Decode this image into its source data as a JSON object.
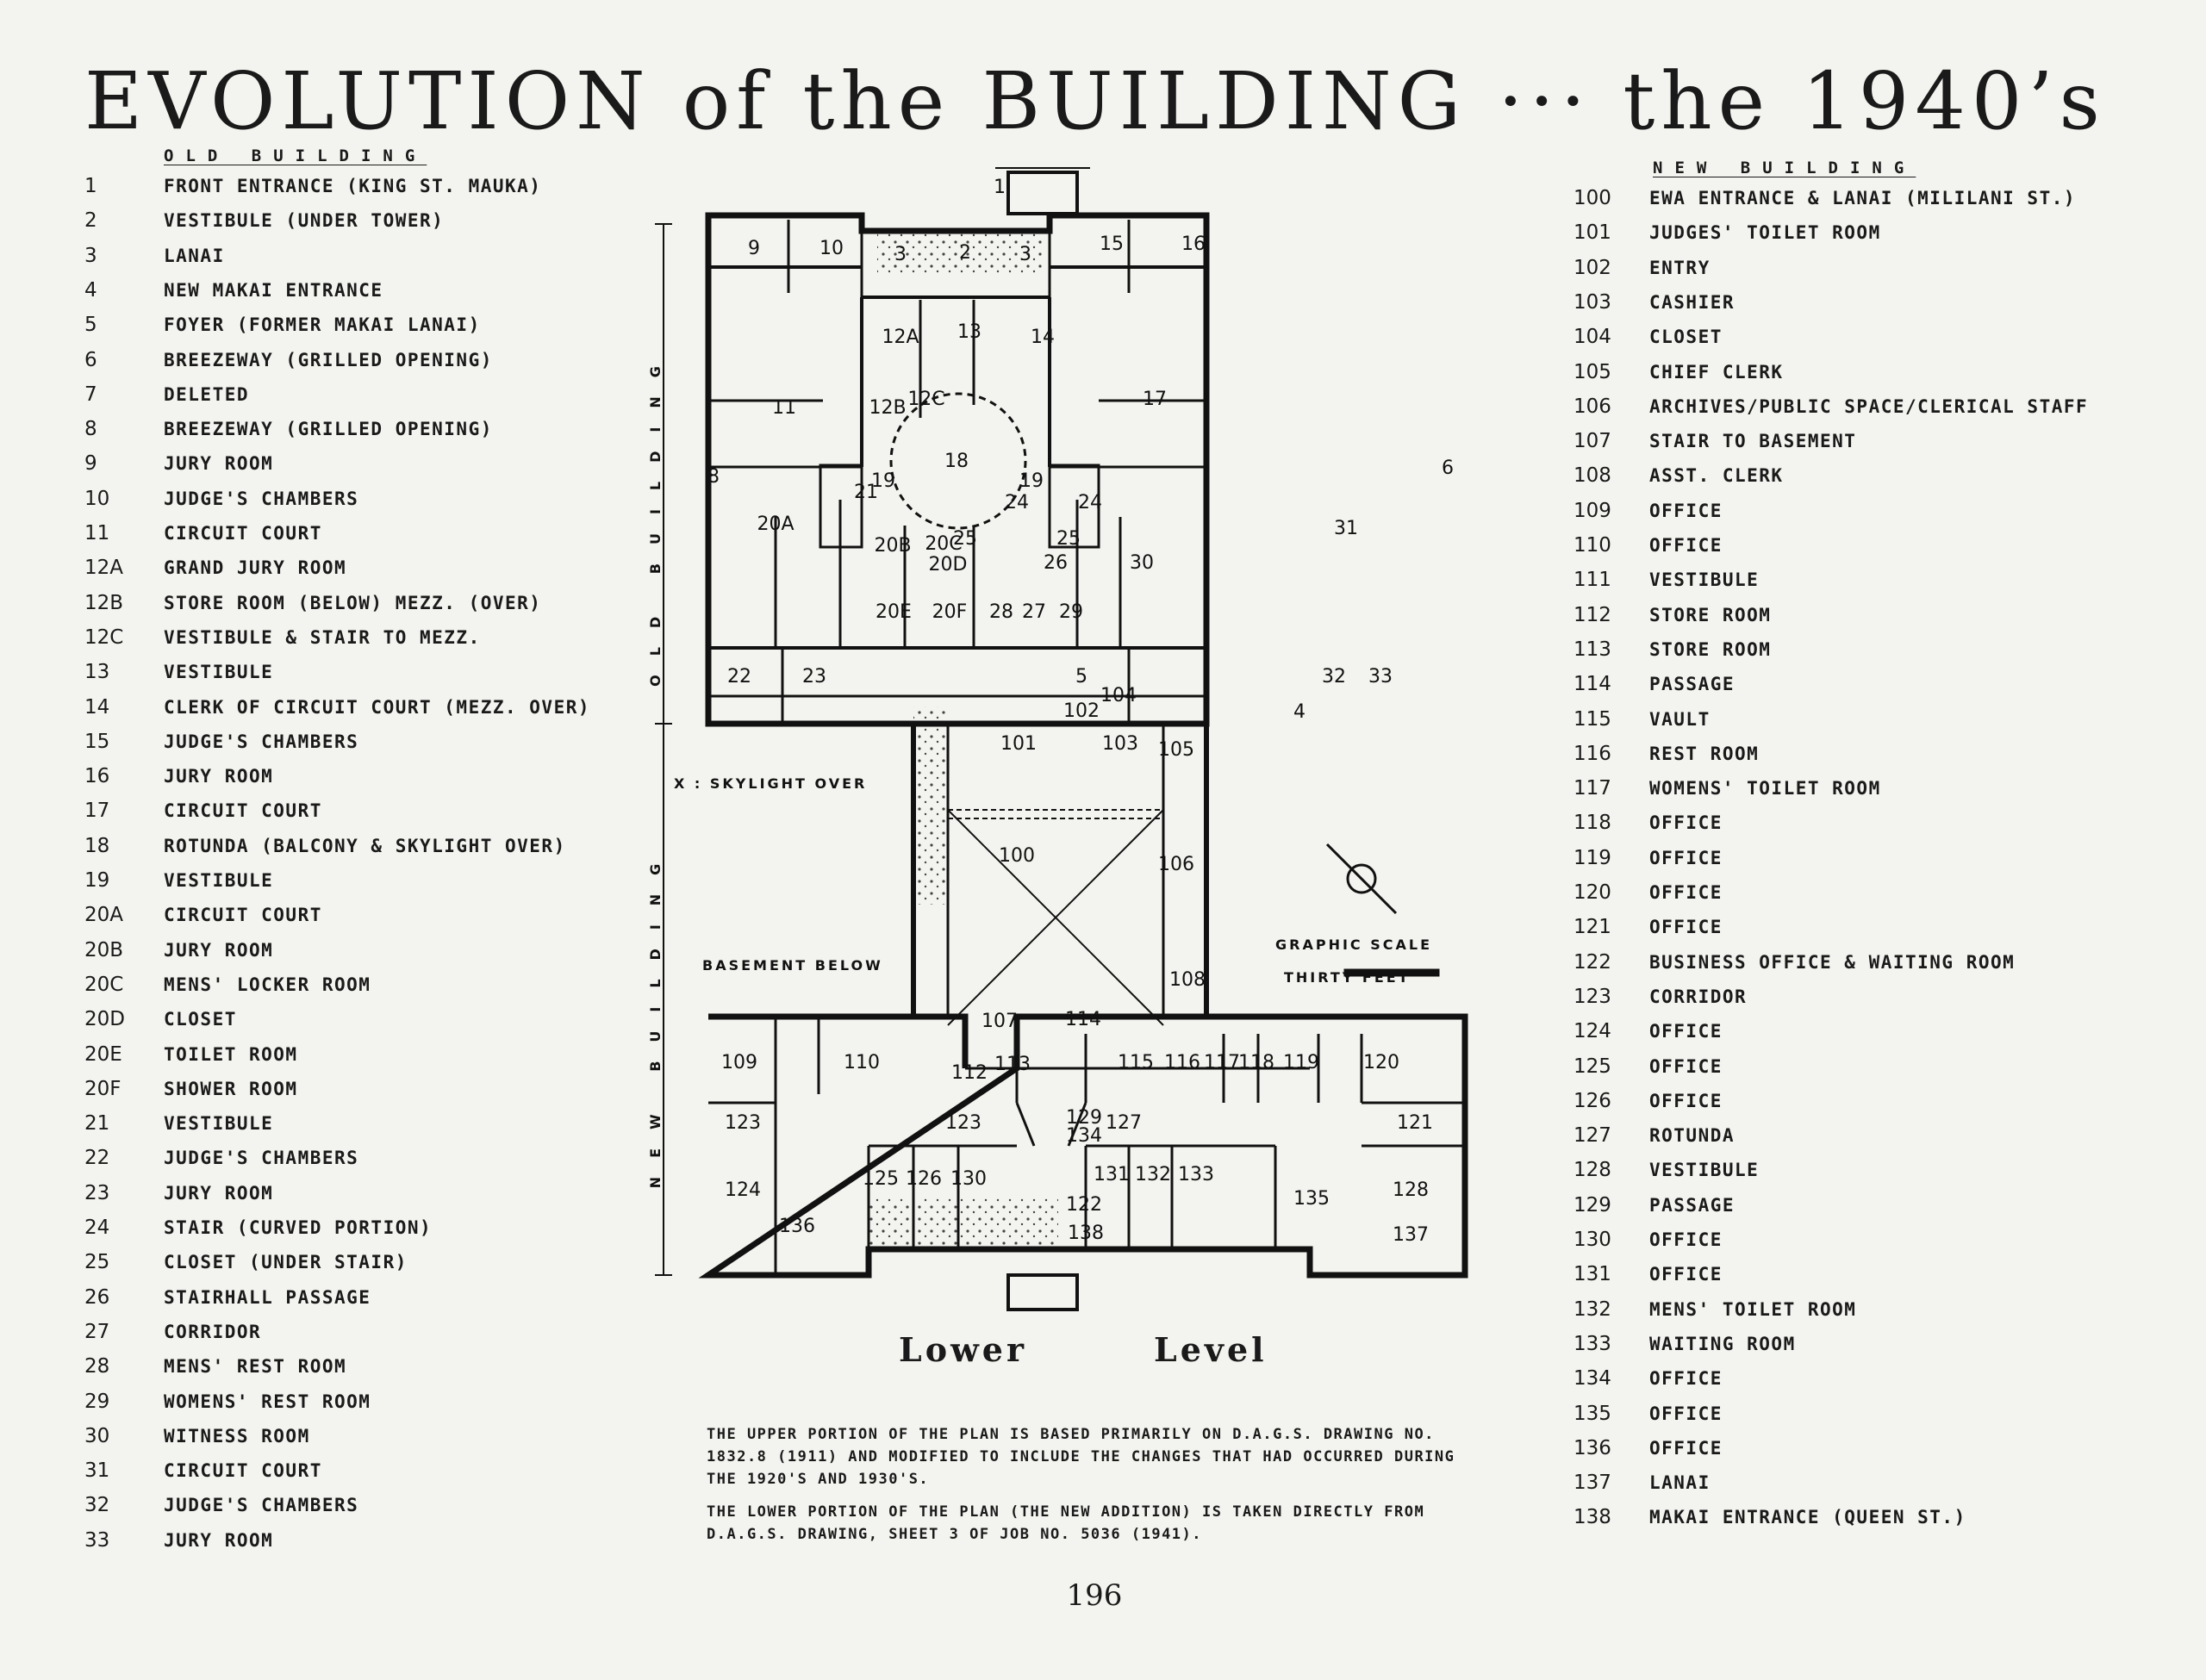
{
  "title": "EVOLUTION of the BUILDING ··· the 1940’s",
  "old_building": {
    "heading": "OLD BUILDING",
    "rooms": [
      {
        "num": "1",
        "name": "FRONT ENTRANCE (KING ST. MAUKA)"
      },
      {
        "num": "2",
        "name": "VESTIBULE (UNDER TOWER)"
      },
      {
        "num": "3",
        "name": "LANAI"
      },
      {
        "num": "4",
        "name": "NEW MAKAI ENTRANCE"
      },
      {
        "num": "5",
        "name": "FOYER (FORMER MAKAI LANAI)"
      },
      {
        "num": "6",
        "name": "BREEZEWAY (GRILLED OPENING)"
      },
      {
        "num": "7",
        "name": "DELETED"
      },
      {
        "num": "8",
        "name": "BREEZEWAY (GRILLED OPENING)"
      },
      {
        "num": "9",
        "name": "JURY ROOM"
      },
      {
        "num": "10",
        "name": "JUDGE'S CHAMBERS"
      },
      {
        "num": "11",
        "name": "CIRCUIT COURT"
      },
      {
        "num": "12A",
        "name": "GRAND JURY ROOM"
      },
      {
        "num": "12B",
        "name": "STORE ROOM (BELOW) MEZZ. (OVER)"
      },
      {
        "num": "12C",
        "name": "VESTIBULE & STAIR TO MEZZ."
      },
      {
        "num": "13",
        "name": "VESTIBULE"
      },
      {
        "num": "14",
        "name": "CLERK OF CIRCUIT COURT (MEZZ. OVER)"
      },
      {
        "num": "15",
        "name": "JUDGE'S CHAMBERS"
      },
      {
        "num": "16",
        "name": "JURY ROOM"
      },
      {
        "num": "17",
        "name": "CIRCUIT COURT"
      },
      {
        "num": "18",
        "name": "ROTUNDA (BALCONY & SKYLIGHT OVER)"
      },
      {
        "num": "19",
        "name": "VESTIBULE"
      },
      {
        "num": "20A",
        "name": "CIRCUIT COURT"
      },
      {
        "num": "20B",
        "name": "JURY ROOM"
      },
      {
        "num": "20C",
        "name": "MENS' LOCKER ROOM"
      },
      {
        "num": "20D",
        "name": "CLOSET"
      },
      {
        "num": "20E",
        "name": "TOILET ROOM"
      },
      {
        "num": "20F",
        "name": "SHOWER ROOM"
      },
      {
        "num": "21",
        "name": "VESTIBULE"
      },
      {
        "num": "22",
        "name": "JUDGE'S CHAMBERS"
      },
      {
        "num": "23",
        "name": "JURY ROOM"
      },
      {
        "num": "24",
        "name": "STAIR (CURVED PORTION)"
      },
      {
        "num": "25",
        "name": "CLOSET (UNDER STAIR)"
      },
      {
        "num": "26",
        "name": "STAIRHALL PASSAGE"
      },
      {
        "num": "27",
        "name": "CORRIDOR"
      },
      {
        "num": "28",
        "name": "MENS' REST ROOM"
      },
      {
        "num": "29",
        "name": "WOMENS' REST ROOM"
      },
      {
        "num": "30",
        "name": "WITNESS ROOM"
      },
      {
        "num": "31",
        "name": "CIRCUIT COURT"
      },
      {
        "num": "32",
        "name": "JUDGE'S CHAMBERS"
      },
      {
        "num": "33",
        "name": "JURY ROOM"
      }
    ]
  },
  "new_building": {
    "heading": "NEW BUILDING",
    "rooms": [
      {
        "num": "100",
        "name": "EWA ENTRANCE & LANAI (MILILANI ST.)"
      },
      {
        "num": "101",
        "name": "JUDGES' TOILET ROOM"
      },
      {
        "num": "102",
        "name": "ENTRY"
      },
      {
        "num": "103",
        "name": "CASHIER"
      },
      {
        "num": "104",
        "name": "CLOSET"
      },
      {
        "num": "105",
        "name": "CHIEF CLERK"
      },
      {
        "num": "106",
        "name": "ARCHIVES/PUBLIC SPACE/CLERICAL STAFF"
      },
      {
        "num": "107",
        "name": "STAIR TO BASEMENT"
      },
      {
        "num": "108",
        "name": "ASST. CLERK"
      },
      {
        "num": "109",
        "name": "OFFICE"
      },
      {
        "num": "110",
        "name": "OFFICE"
      },
      {
        "num": "111",
        "name": "VESTIBULE"
      },
      {
        "num": "112",
        "name": "STORE ROOM"
      },
      {
        "num": "113",
        "name": "STORE ROOM"
      },
      {
        "num": "114",
        "name": "PASSAGE"
      },
      {
        "num": "115",
        "name": "VAULT"
      },
      {
        "num": "116",
        "name": "REST ROOM"
      },
      {
        "num": "117",
        "name": "WOMENS' TOILET ROOM"
      },
      {
        "num": "118",
        "name": "OFFICE"
      },
      {
        "num": "119",
        "name": "OFFICE"
      },
      {
        "num": "120",
        "name": "OFFICE"
      },
      {
        "num": "121",
        "name": "OFFICE"
      },
      {
        "num": "122",
        "name": "BUSINESS OFFICE & WAITING ROOM"
      },
      {
        "num": "123",
        "name": "CORRIDOR"
      },
      {
        "num": "124",
        "name": "OFFICE"
      },
      {
        "num": "125",
        "name": "OFFICE"
      },
      {
        "num": "126",
        "name": "OFFICE"
      },
      {
        "num": "127",
        "name": "ROTUNDA"
      },
      {
        "num": "128",
        "name": "VESTIBULE"
      },
      {
        "num": "129",
        "name": "PASSAGE"
      },
      {
        "num": "130",
        "name": "OFFICE"
      },
      {
        "num": "131",
        "name": "OFFICE"
      },
      {
        "num": "132",
        "name": "MENS' TOILET ROOM"
      },
      {
        "num": "133",
        "name": "WAITING ROOM"
      },
      {
        "num": "134",
        "name": "OFFICE"
      },
      {
        "num": "135",
        "name": "OFFICE"
      },
      {
        "num": "136",
        "name": "OFFICE"
      },
      {
        "num": "137",
        "name": "LANAI"
      },
      {
        "num": "138",
        "name": "MAKAI ENTRANCE (QUEEN ST.)"
      }
    ]
  },
  "plan": {
    "side_label_old": "OLD BUILDING",
    "side_label_new": "NEW BUILDING",
    "skylight_note": "X : SKYLIGHT OVER",
    "basement_note": "BASEMENT BELOW",
    "scale_label": "GRAPHIC SCALE",
    "scale_value": "THIRTY FEET",
    "level_left": "Lower",
    "level_right": "Level",
    "room_labels": [
      "1",
      "2",
      "3",
      "3",
      "9",
      "10",
      "15",
      "16",
      "12A",
      "13",
      "14",
      "11",
      "17",
      "12B",
      "12C",
      "18",
      "19",
      "19",
      "21",
      "8",
      "6",
      "20A",
      "20B",
      "20C",
      "20D",
      "20E",
      "20F",
      "28",
      "27",
      "29",
      "24",
      "24",
      "25",
      "25",
      "26",
      "30",
      "31",
      "22",
      "23",
      "5",
      "32",
      "33",
      "4",
      "104",
      "102",
      "101",
      "103",
      "105",
      "106",
      "100",
      "107",
      "108",
      "114",
      "109",
      "110",
      "112",
      "113",
      "115",
      "116",
      "117",
      "118",
      "119",
      "120",
      "123",
      "123",
      "127",
      "129",
      "134",
      "121",
      "124",
      "125",
      "126",
      "130",
      "131",
      "132",
      "133",
      "135",
      "128",
      "122",
      "136",
      "137",
      "138"
    ]
  },
  "notes": {
    "note1": "THE UPPER PORTION OF THE PLAN IS BASED PRIMARILY ON D.A.G.S. DRAWING NO. 1832.8 (1911) AND MODIFIED TO INCLUDE THE CHANGES THAT HAD OCCURRED DURING THE 1920'S AND 1930'S.",
    "note2": "THE LOWER PORTION OF THE PLAN (THE NEW ADDITION) IS TAKEN DIRECTLY FROM D.A.G.S. DRAWING, SHEET 3 OF JOB NO. 5036 (1941)."
  },
  "page_number": "196"
}
